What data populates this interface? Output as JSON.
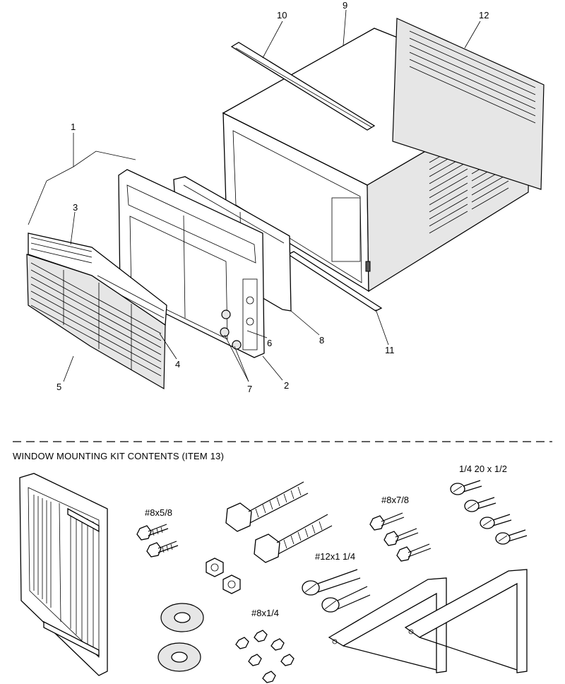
{
  "callouts": {
    "c1": "1",
    "c2": "2",
    "c3": "3",
    "c4": "4",
    "c5": "5",
    "c6": "6",
    "c7": "7",
    "c8": "8",
    "c9": "9",
    "c10": "10",
    "c11": "11",
    "c12": "12"
  },
  "kit": {
    "title": "WINDOW MOUNTING KIT CONTENTS (ITEM 13)",
    "labels": {
      "s_8x5_8": "#8x5/8",
      "s_8x7_8": "#8x7/8",
      "s_quarter20": "1/4 20 x 1/2",
      "s_12x1_1_4": "#12x1 1/4",
      "s_8x1_4": "#8x1/4"
    }
  }
}
